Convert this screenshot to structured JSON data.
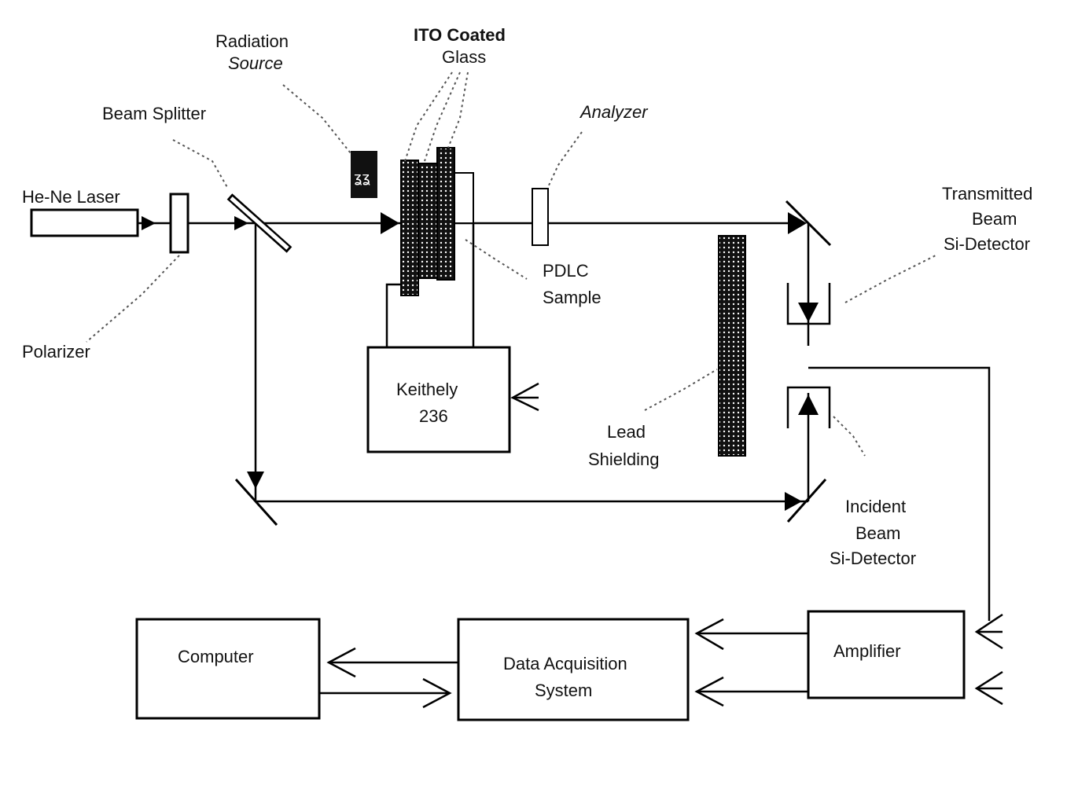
{
  "labels": {
    "radiation_source": [
      "Radiation",
      "Source"
    ],
    "ito_glass": [
      "ITO Coated",
      "Glass"
    ],
    "beam_splitter": "Beam Splitter",
    "analyzer": "Analyzer",
    "laser": "He-Ne Laser",
    "transmitted": [
      "Transmitted",
      "Beam",
      "Si-Detector"
    ],
    "pdlc": [
      "PDLC",
      "Sample"
    ],
    "polarizer": "Polarizer",
    "keithely": [
      "Keithely",
      "236"
    ],
    "lead": [
      "Lead",
      "Shielding"
    ],
    "incident": [
      "Incident",
      "Beam",
      "Si-Detector"
    ],
    "computer": "Computer",
    "daq": [
      "Data Acquisition",
      "System"
    ],
    "amplifier": "Amplifier"
  }
}
